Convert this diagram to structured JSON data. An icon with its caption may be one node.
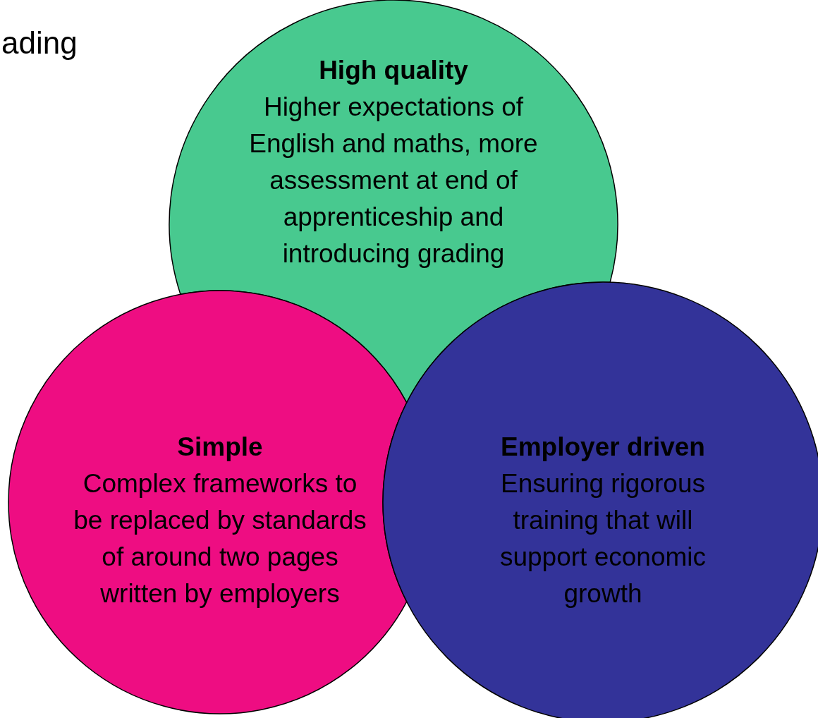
{
  "diagram": {
    "nodes": [
      {
        "text": [
          "High quality",
          "Higher expectations of English and maths, more assessment at end of apprenticeship and introducing grading"
        ]
      },
      {
        "text": [
          "Simple",
          "Complex frameworks to be replaced by standards of around two pages written by employers"
        ]
      },
      {
        "text": [
          "Employer driven",
          "Ensuring rigorous training that will support economic growth"
        ]
      }
    ],
    "labels": [
      "ading"
    ]
  }
}
